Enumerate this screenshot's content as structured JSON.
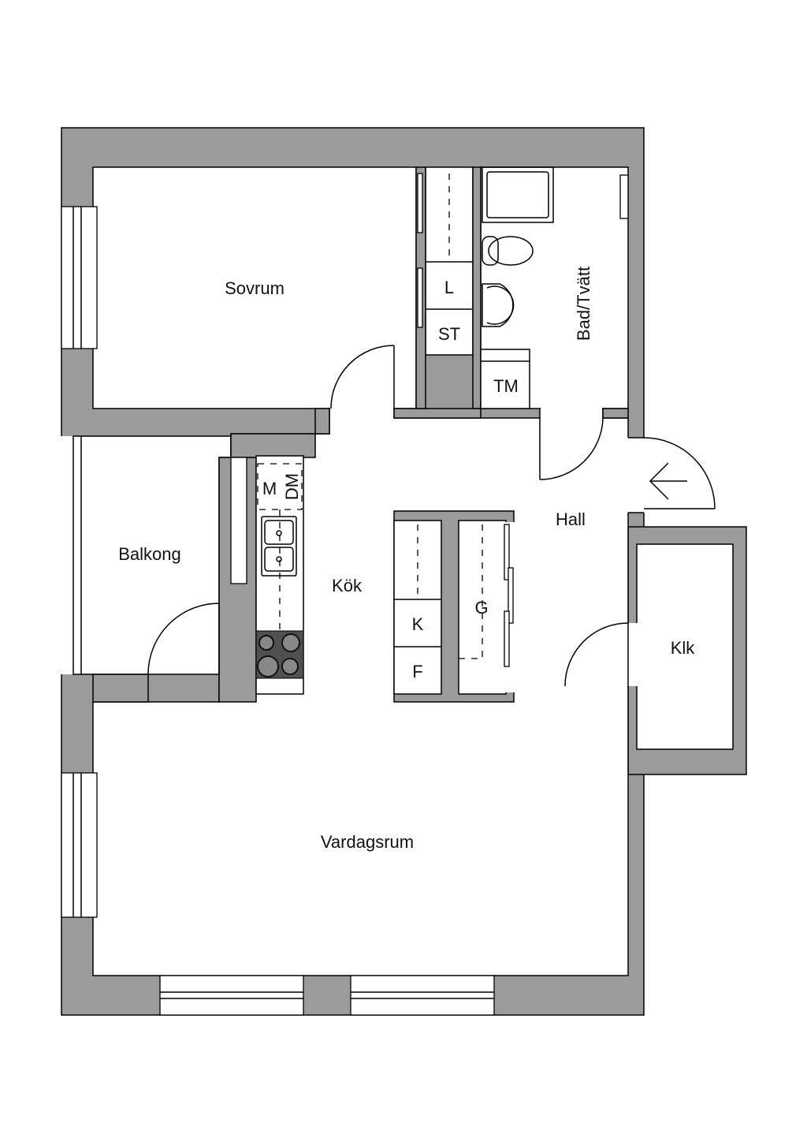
{
  "rooms": {
    "sovrum": "Sovrum",
    "bad": "Bad/Tvätt",
    "balkong": "Balkong",
    "kok": "Kök",
    "hall": "Hall",
    "klk": "Klk",
    "vardagsrum": "Vardagsrum"
  },
  "fixtures": {
    "linen": "L",
    "storage": "ST",
    "dryer": "TM",
    "microwave": "M",
    "dishwasher": "DM",
    "fridge": "K",
    "freezer": "F",
    "wardrobe": "G"
  },
  "colors": {
    "wall": "#9b9b9b",
    "stove": "#505050"
  }
}
